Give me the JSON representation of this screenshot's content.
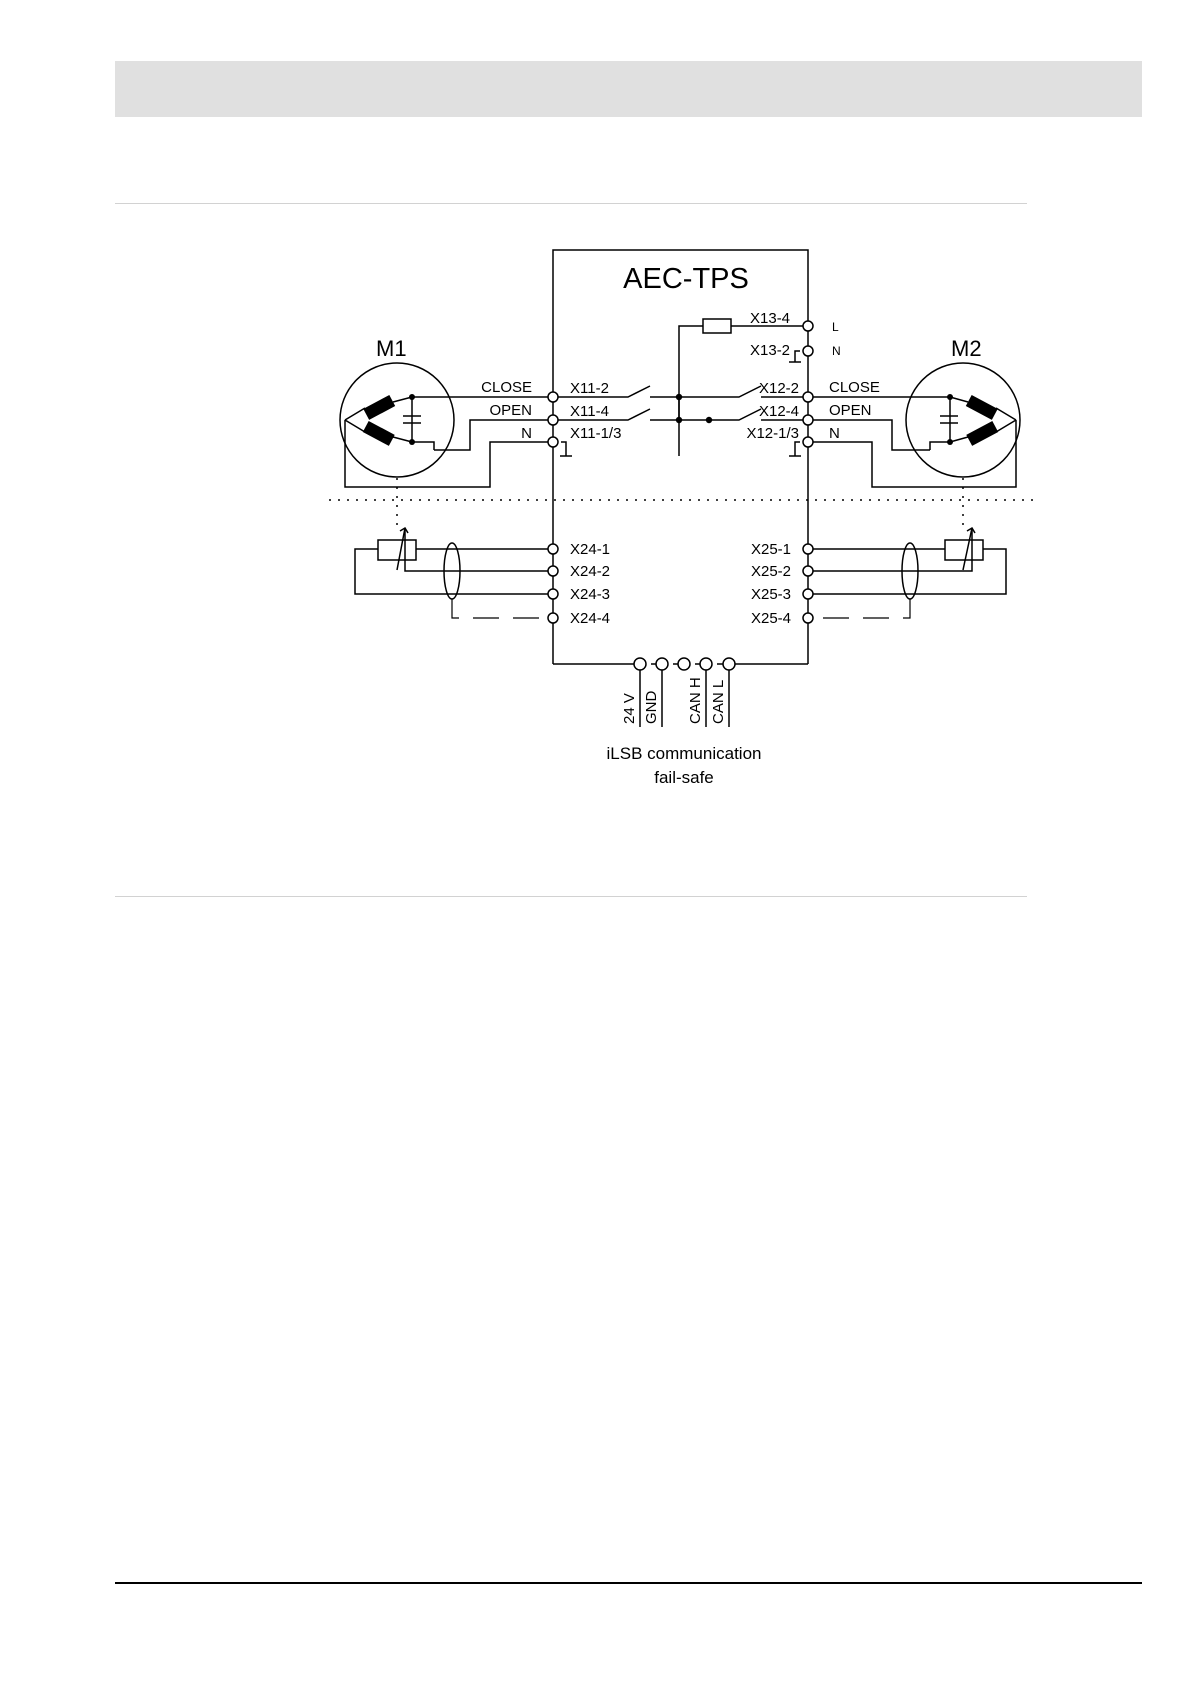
{
  "controller_label": "AEC-TPS",
  "motors": {
    "m1": "M1",
    "m2": "M2"
  },
  "power_terminals": {
    "x13_4": "X13-4",
    "x13_2": "X13-2",
    "l": "L",
    "n": "N"
  },
  "left_terminals": {
    "x11_2": "X11-2",
    "x11_4": "X11-4",
    "x11_13": "X11-1/3"
  },
  "right_terminals": {
    "x12_2": "X12-2",
    "x12_4": "X12-4",
    "x12_13": "X12-1/3"
  },
  "left_signals": {
    "close": "CLOSE",
    "open": "OPEN",
    "n": "N"
  },
  "right_signals": {
    "close": "CLOSE",
    "open": "OPEN",
    "n": "N"
  },
  "feedback_left": [
    "X24-1",
    "X24-2",
    "X24-3",
    "X24-4"
  ],
  "feedback_right": [
    "X25-1",
    "X25-2",
    "X25-3",
    "X25-4"
  ],
  "bus_labels": {
    "v24": "24 V",
    "gnd": "GND",
    "canh": "CAN H",
    "canl": "CAN L"
  },
  "bus_caption": {
    "line1": "iLSB communication",
    "line2": "fail-safe"
  }
}
